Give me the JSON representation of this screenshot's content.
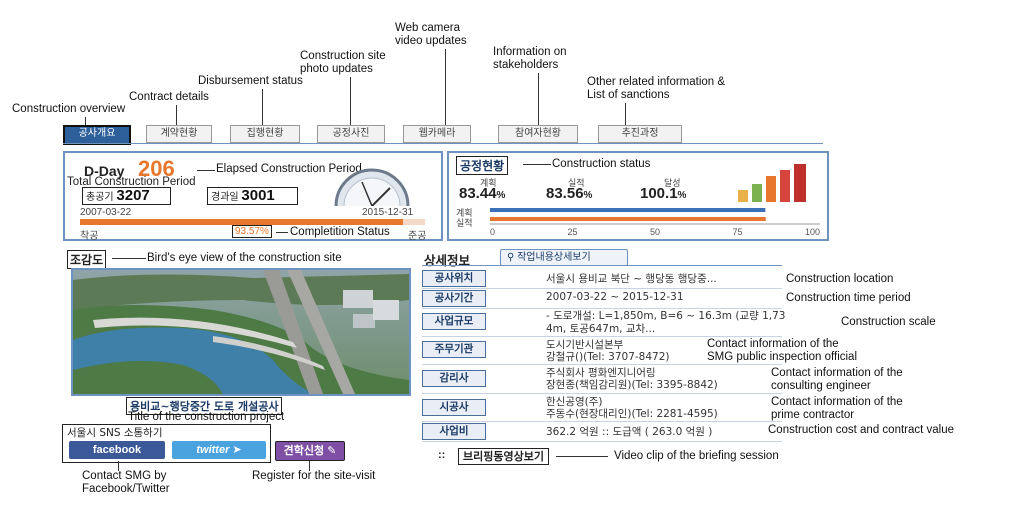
{
  "tabs": [
    "공사개요",
    "계약현황",
    "집행현황",
    "공정사진",
    "웹카메라",
    "참여자현황",
    "추진과정"
  ],
  "annotations": {
    "overview": "Construction overview",
    "contract": "Contract details",
    "disbursement": "Disbursement status",
    "photo": "Construction site\nphoto updates",
    "webcam": "Web camera\nvideo updates",
    "stakeholders": "Information on\nstakeholders",
    "other": "Other related information &\nList of sanctions",
    "elapsed": "Elapsed Construction Period",
    "status": "Construction status",
    "completion": "Completition Status",
    "birdseye": "Bird's eye view of the construction site",
    "title_project": "Title of the construction project",
    "contact_sns": "Contact SMG by\nFacebook/Twitter",
    "register": "Register for the site-visit",
    "location": "Construction location",
    "period": "Construction time period",
    "scale": "Construction scale",
    "inspection": "Contact information of the\nSMG public inspection official",
    "consulting": "Contact information of the\nconsulting engineer",
    "prime": "Contact information of the\nprime contractor",
    "cost": "Construction cost and contract value",
    "video": "Video clip of the briefing session"
  },
  "dday": {
    "label": "D-Day",
    "value": "206",
    "total_label": "Total Construction Period",
    "total_box_label": "총공기",
    "total_value": "3207",
    "elapsed_box_label": "경과일",
    "elapsed_value": "3001",
    "start_date": "2007-03-22",
    "end_date": "2015-12-31",
    "start_label": "착공",
    "end_label": "준공",
    "progress_text": "93.57%",
    "progress": 0.9357
  },
  "status": {
    "title": "공정현황",
    "plan_label": "계획",
    "plan_value": "83.44",
    "actual_label": "실적",
    "actual_value": "83.56",
    "rate_label": "달성",
    "rate_value": "100.1",
    "pct": "%",
    "bar_plan_label": "계획",
    "bar_actual_label": "실적",
    "bar_plan": 83.44,
    "bar_actual": 83.56,
    "ticks": [
      "0",
      "25",
      "50",
      "75",
      "100"
    ]
  },
  "birdseye": {
    "title": "조감도",
    "caption": "용비교~행당중간 도로 개설공사"
  },
  "sns": {
    "title": "서울시 SNS 소통하기",
    "facebook": "facebook",
    "twitter": "twitter",
    "visit": "견학신청"
  },
  "detail": {
    "title": "상세정보",
    "button": "작업내용상세보기",
    "rows": [
      {
        "tag": "공사위치",
        "value": "서울시 용비교 북단 ~ 행당동 행당중..."
      },
      {
        "tag": "공사기간",
        "value": "2007-03-22 ~ 2015-12-31"
      },
      {
        "tag": "사업규모",
        "value": "- 도로개설: L=1,850m, B=6 ~ 16.3m (교량 1,73",
        "value2": "4m, 토공647m, 교차..."
      },
      {
        "tag": "주무기관",
        "value": "도시기반시설본부",
        "value2": "강철규()(Tel: 3707-8472)"
      },
      {
        "tag": "감리사",
        "value": "주식회사 평화엔지니어링",
        "value2": "장현종(책임감리원)(Tel: 3395-8842)"
      },
      {
        "tag": "시공사",
        "value": "한신공영(주)",
        "value2": "주동수(현장대리인)(Tel: 2281-4595)"
      },
      {
        "tag": "사업비",
        "value": "362.2 억원 :: 도급액 ( 263.0 억원 )"
      }
    ],
    "video_prefix": "::",
    "video_label": "브리핑동영상보기"
  },
  "colors": {
    "accent_blue": "#2d5f9a",
    "orange": "#e8772e",
    "facebook": "#3b5998",
    "twitter": "#4aa3df",
    "visit": "#7e4fa5"
  }
}
